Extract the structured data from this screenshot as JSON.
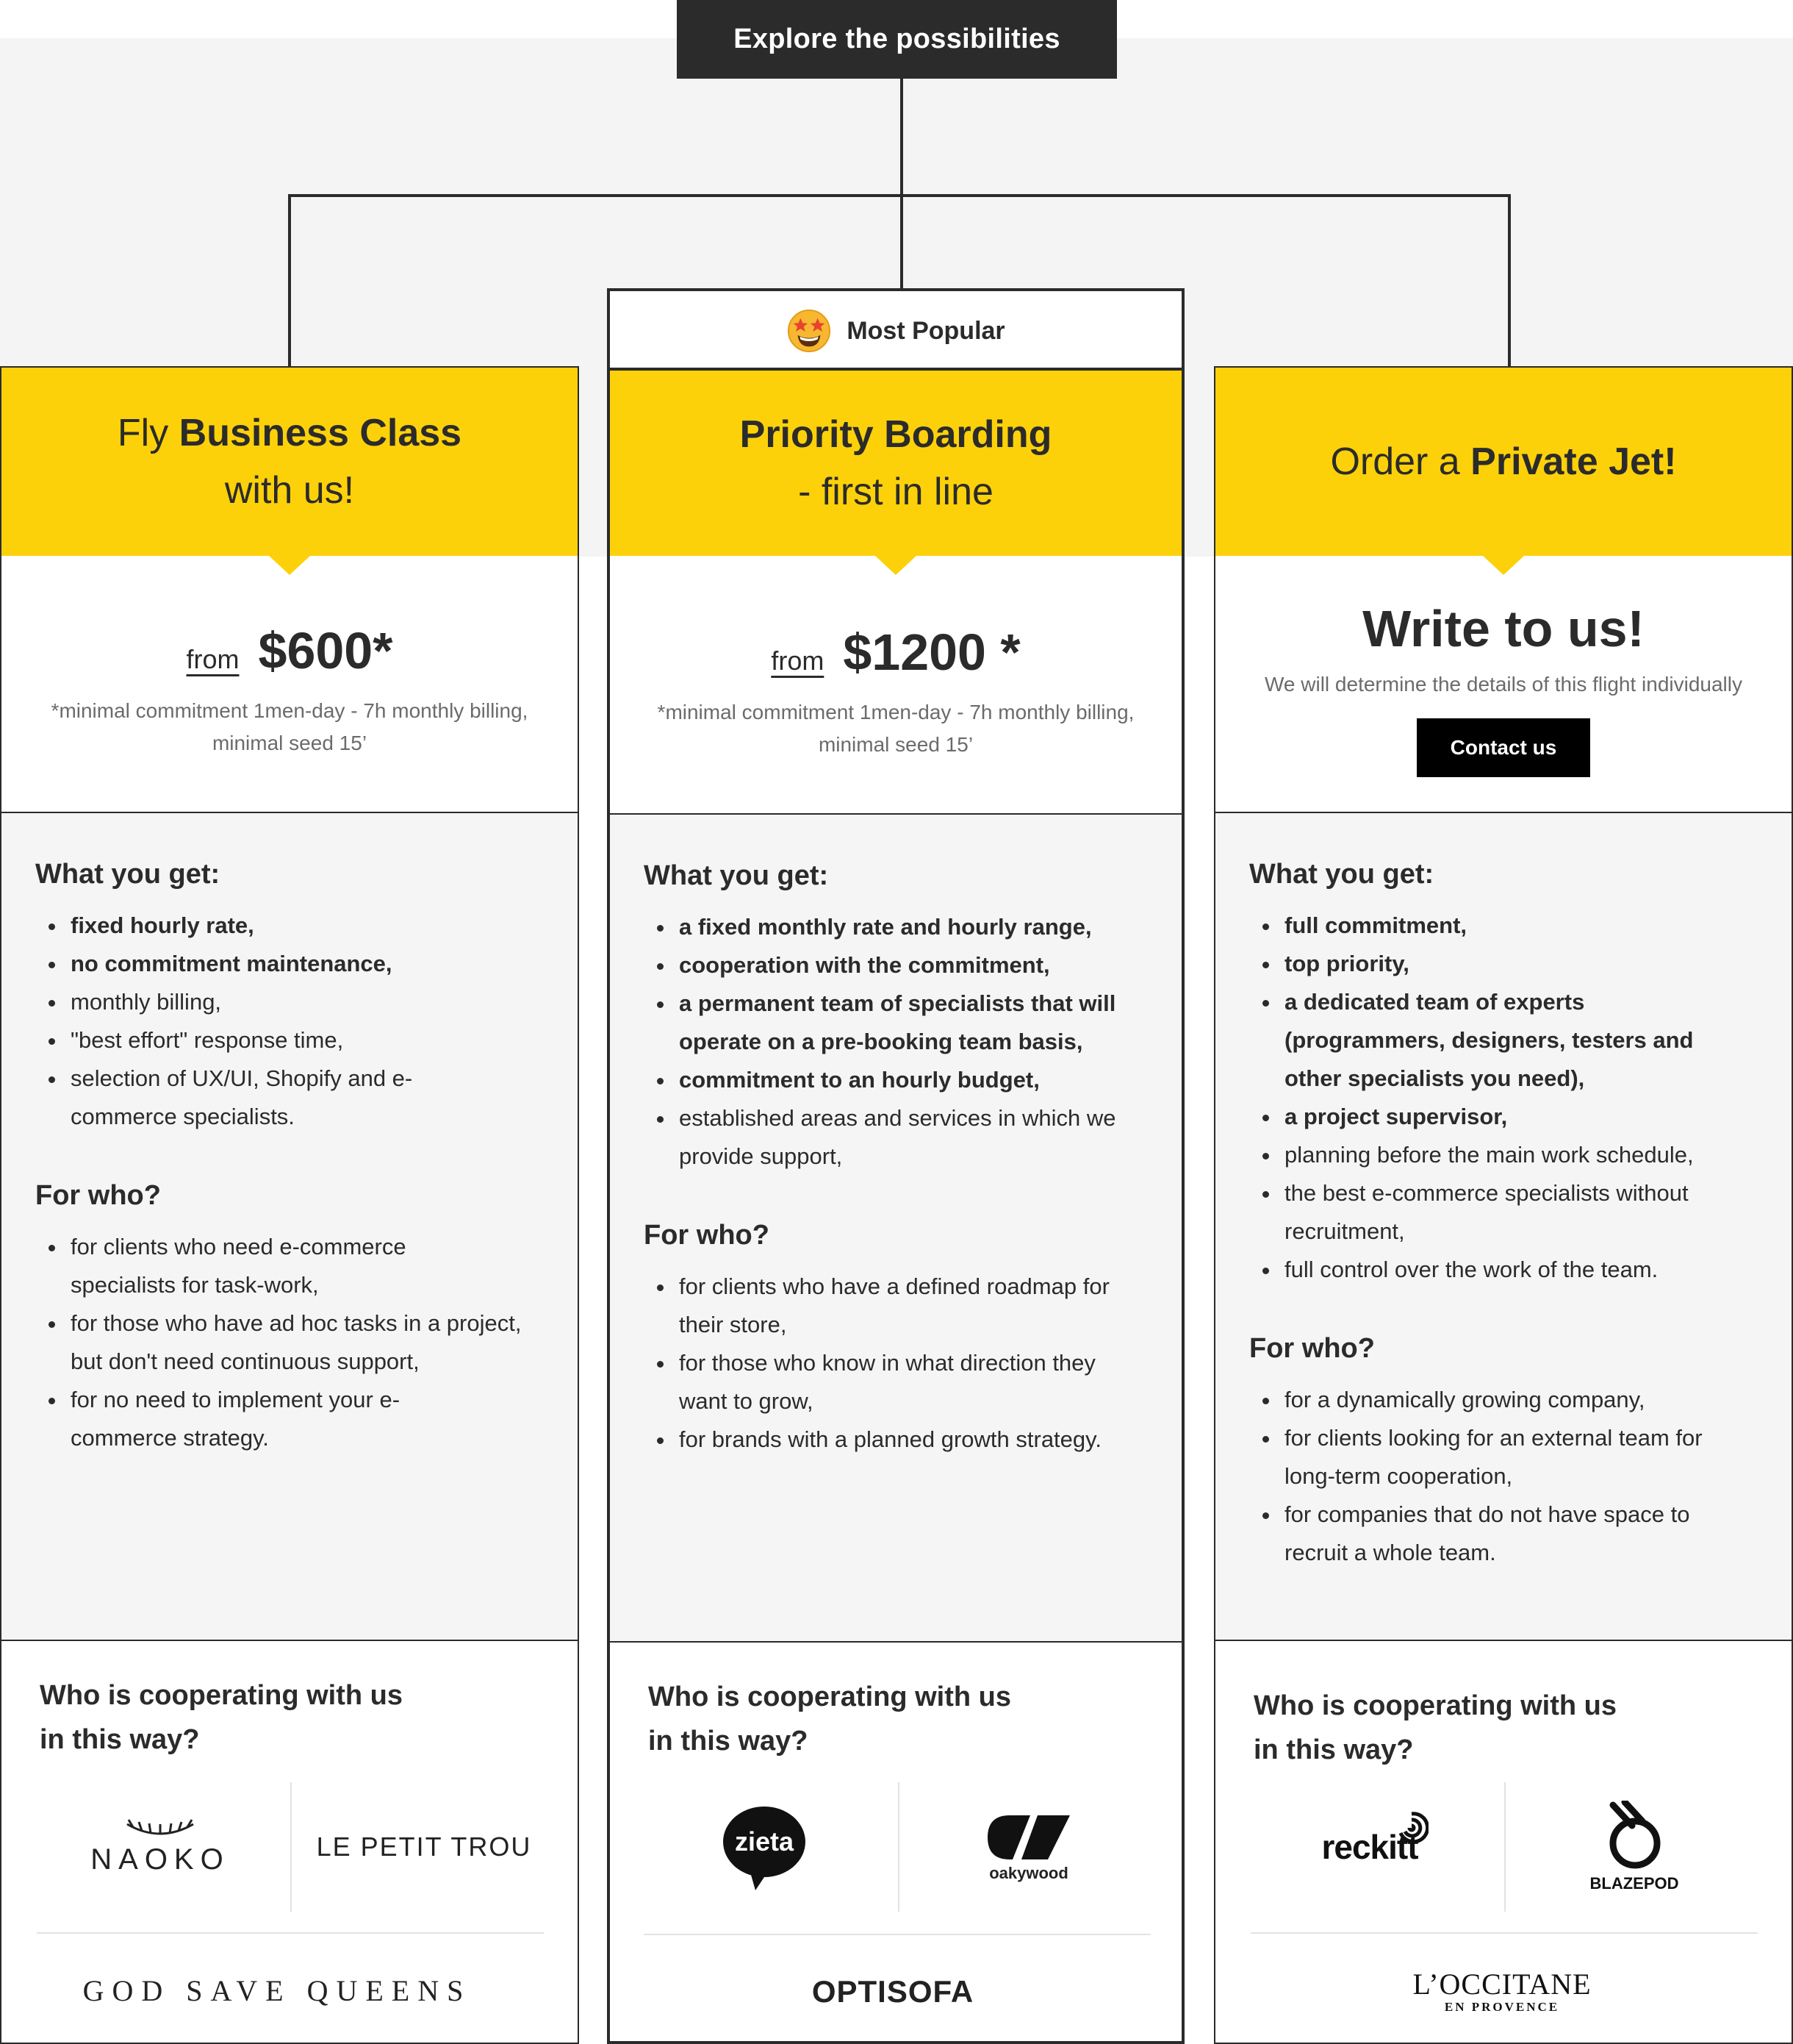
{
  "top_label": "Explore the possibilities",
  "popular_badge": {
    "label": "Most Popular",
    "icon": "star-struck-emoji-icon"
  },
  "colors": {
    "accent": "#fdd10a",
    "dark": "#2b2b2b",
    "feature_bg": "#f5f5f5"
  },
  "columns": [
    {
      "header_pre": "Fly ",
      "header_bold": "Business Class",
      "header_line2": "with us!",
      "price_from": "from",
      "price_amount": "$600*",
      "price_note": "*minimal commitment 1men-day - 7h monthly billing, minimal seed 15’",
      "what_title": "What you get:",
      "what_items": [
        "fixed hourly rate,",
        "no commitment maintenance,",
        "monthly billing,",
        "\"best effort\" response time,",
        "selection of UX/UI, Shopify and e-commerce specialists."
      ],
      "who_title": "For who?",
      "who_items": [
        "for clients who need e-commerce specialists for task-work,",
        " for those who have ad hoc tasks in a project, but don't need continuous support,",
        " for no need to implement your e-commerce strategy."
      ],
      "coop_line1": "Who is cooperating with us",
      "coop_line2": "in this way?",
      "logos": [
        "NAOKO",
        "LE PETIT TROU",
        "GOD SAVE QUEENS"
      ]
    },
    {
      "header_bold": "Priority Boarding",
      "header_line2": "- first in line",
      "price_from": "from",
      "price_amount": "$1200 *",
      "price_note": "*minimal commitment 1men-day - 7h monthly billing, minimal seed 15’",
      "what_title": "What you get:",
      "what_items": [
        "a fixed monthly rate and hourly range,",
        "cooperation with the commitment,",
        "a permanent team of specialists that will operate on a pre-booking team basis,",
        "commitment to an hourly budget,",
        "established areas and services in which we provide support,"
      ],
      "who_title": "For who?",
      "who_items": [
        "for clients who have a defined roadmap for their store,",
        "for those who know in what direction they want to grow,",
        "for brands with a planned growth strategy."
      ],
      "coop_line1": "Who is cooperating with us",
      "coop_line2": "in this way?",
      "logos": [
        "zieta",
        "oakywood",
        "OPTISOFA"
      ]
    },
    {
      "header_pre": "Order a ",
      "header_bold": "Private Jet!",
      "write_title": "Write to us!",
      "write_desc": "We will determine the details of this flight individually",
      "contact_label": "Contact us",
      "what_title": "What you get:",
      "what_items": [
        "full commitment,",
        "top priority,",
        "a dedicated team of experts (programmers, designers, testers and other specialists you need),",
        "a project supervisor,",
        "planning before the main work schedule,",
        "the best e-commerce specialists without recruitment,",
        "full control over the work of the team."
      ],
      "who_title": "For who?",
      "who_items": [
        "for a dynamically growing company,",
        "for clients looking for an external team for long-term cooperation,",
        "for companies that do not have space to recruit a whole team."
      ],
      "coop_line1": "Who is cooperating with us",
      "coop_line2": "in this way?",
      "logos": [
        "reckitt",
        "BLAZEPOD",
        "L’OCCITANE",
        "EN PROVENCE"
      ]
    }
  ]
}
